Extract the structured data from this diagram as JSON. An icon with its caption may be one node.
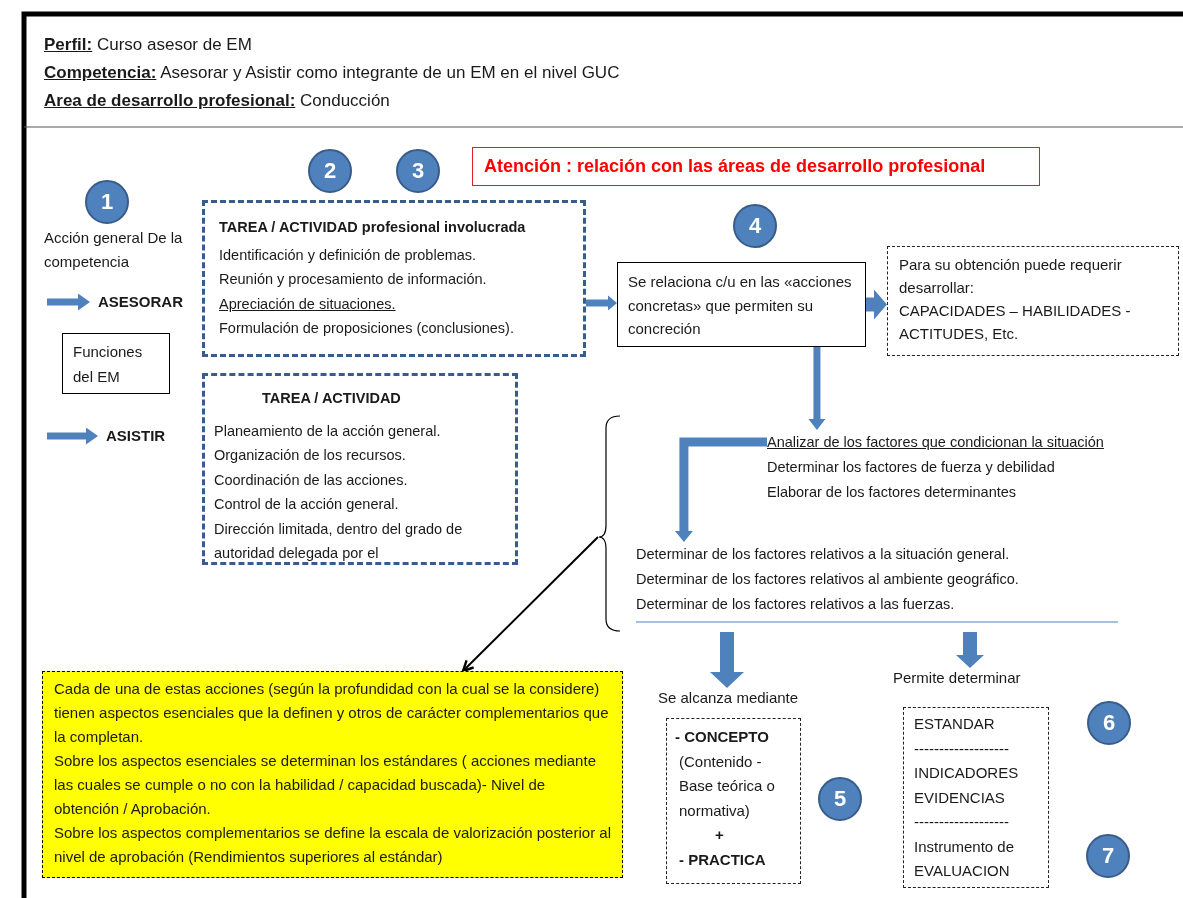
{
  "diagram": {
    "nodes": [
      {
        "text": [
          "1"
        ]
      },
      {
        "text": [
          "2"
        ]
      },
      {
        "text": [
          "3"
        ]
      },
      {
        "text": [
          "Atención : relación con las áreas de desarrollo profesional"
        ]
      },
      {
        "text": [
          "4"
        ]
      },
      {
        "text": [
          "TAREA / ACTIVIDAD profesional involucrada",
          "Identificación y definición de problemas.",
          "Reunión y procesamiento de información.",
          "Apreciación de situaciones.",
          "Formulación de proposiciones (conclusiones)."
        ]
      },
      {
        "text": [
          "ASESORAR"
        ]
      },
      {
        "text": [
          "Se relaciona c/u en las «acciones concretas» que permiten su concreción"
        ]
      },
      {
        "text": [
          "Para su obtención puede requerir desarrollar:",
          "CAPACIDADES – HABILIDADES - ACTITUDES, Etc."
        ]
      },
      {
        "text": [
          "Funciones del EM"
        ]
      },
      {
        "text": [
          "TAREA / ACTIVIDAD",
          "Planeamiento de la acción general.",
          "Organización de los recursos.",
          "Coordinación de las acciones.",
          "Control de la acción general.",
          "Dirección limitada, dentro del grado de autoridad delegada por el"
        ]
      },
      {
        "text": [
          "ASISTIR"
        ]
      },
      {
        "text": [],
        "shape": "bracket"
      },
      {
        "text": [
          "Analizar de los factores que condicionan la situación",
          "Determinar los factores de fuerza y debilidad",
          "Elaborar de los factores determinantes"
        ],
        "in": 12
      },
      {
        "text": [
          "Determinar de los factores relativos a la situación general.",
          "Determinar de los factores relativos al ambiente geográfico.",
          "Determinar de los factores relativos a las fuerzas."
        ],
        "in": 12
      },
      {
        "text": [
          "Cada de una de estas acciones (según la profundidad con la cual se la considere) tienen aspectos esenciales que la definen y otros de carácter complementarios que la completan.",
          "Sobre los aspectos esenciales se determinan los estándares ( acciones mediante las cuales se cumple o no con la habilidad / capacidad buscada)- Nivel de obtención / Aprobación.",
          "Sobre los aspectos complementarios se define la escala de valorización posterior al nivel de aprobación (Rendimientos superiores al estándar)"
        ]
      },
      {
        "text": [
          "- CONCEPTO",
          "(Contenido - Base teórica o normativa)",
          "+",
          "- PRACTICA"
        ],
        "beside": [
          "Se alcanza mediante"
        ]
      },
      {
        "text": [
          "5"
        ]
      },
      {
        "text": [
          "ESTANDAR",
          "-------------------",
          "INDICADORES EVIDENCIAS",
          "-------------------",
          "Instrumento de EVALUACION"
        ],
        "beside": [
          "Permite determinar"
        ]
      },
      {
        "text": [
          "6"
        ]
      },
      {
        "text": [
          "7"
        ]
      }
    ],
    "edges": [
      {
        "from": null,
        "to": 6,
        "arrow": "to"
      },
      {
        "from": null,
        "to": 11,
        "arrow": "to"
      },
      {
        "from": 5,
        "to": 7,
        "arrow": "to"
      },
      {
        "from": 7,
        "to": 8,
        "arrow": "to",
        "style": "thick"
      },
      {
        "from": 7,
        "to": 13,
        "arrow": "to"
      },
      {
        "from": 13,
        "to": 14,
        "arrow": "to"
      },
      {
        "from": 12,
        "to": 15,
        "arrow": "to",
        "color": "#000000"
      },
      {
        "from": 12,
        "to": 16,
        "arrow": "to",
        "style": "thick"
      },
      {
        "from": 12,
        "to": 18,
        "arrow": "to",
        "style": "thick"
      }
    ],
    "labels": [
      "**Perfil:** Curso asesor de EM",
      "**Competencia:** Asesorar y Asistir como integrante de un EM en el nivel GUC",
      "**Area de desarrollo profesional:** Conducción",
      "Acción general De la competencia"
    ]
  }
}
